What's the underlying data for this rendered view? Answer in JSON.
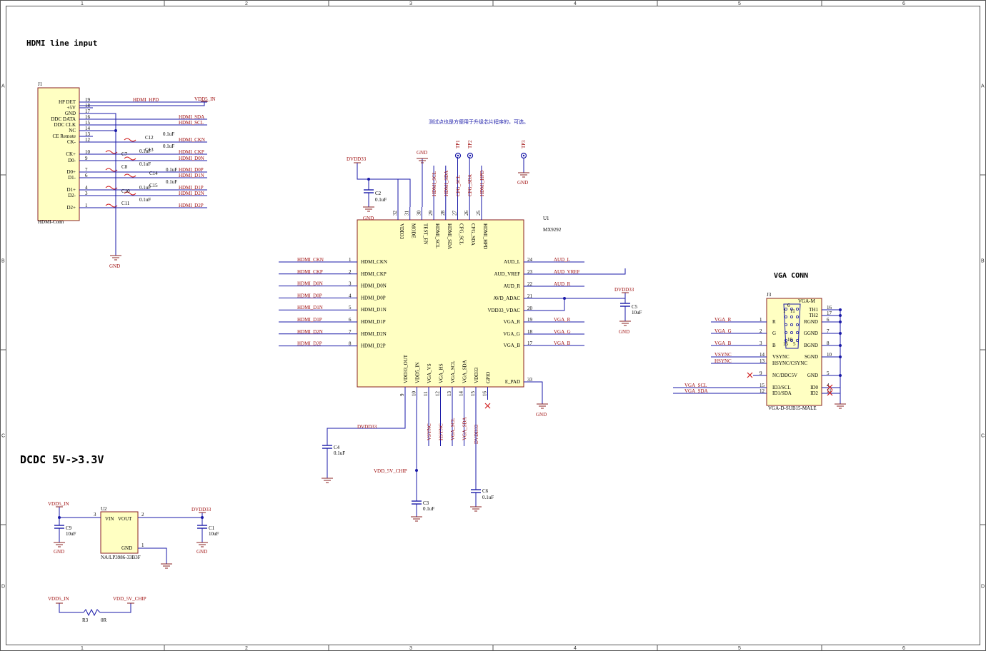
{
  "sheet": {
    "columns": [
      "1",
      "2",
      "3",
      "4",
      "5",
      "6"
    ],
    "rows": [
      "A",
      "B",
      "C",
      "D"
    ]
  },
  "headings": {
    "hdmi_input": "HDMI line input",
    "dcdc": "DCDC 5V->3.3V",
    "vga_conn": "VGA CONN"
  },
  "note": "测试点也是方便用于升级芯片程序的，可选。",
  "j1": {
    "ref": "J1",
    "footer": "HDMI-Conn",
    "pins": [
      {
        "name": "HP DET",
        "num": "19",
        "net": "HDMI_HPD"
      },
      {
        "name": "+5V",
        "num": "18",
        "net": ""
      },
      {
        "name": "GND",
        "num": "17",
        "net": ""
      },
      {
        "name": "DDC DATA",
        "num": "16",
        "net": "HDMI_SDA"
      },
      {
        "name": "DDC CLK",
        "num": "15",
        "net": "HDMI_SCL"
      },
      {
        "name": "NC",
        "num": "14",
        "net": ""
      },
      {
        "name": "CE Remote",
        "num": "13",
        "net": ""
      },
      {
        "name": "CK-",
        "num": "12",
        "net": "HDMI_CKN"
      },
      {
        "name": "CK+",
        "num": "10",
        "net": "HDMI_CKP"
      },
      {
        "name": "D0-",
        "num": "9",
        "net": "HDMI_D0N"
      },
      {
        "name": "D0+",
        "num": "7",
        "net": "HDMI_D0P"
      },
      {
        "name": "D1-",
        "num": "6",
        "net": "HDMI_D1N"
      },
      {
        "name": "D1+",
        "num": "4",
        "net": "HDMI_D1P"
      },
      {
        "name": "D2-",
        "num": "3",
        "net": "HDMI_D2N"
      },
      {
        "name": "D2+",
        "num": "1",
        "net": "HDMI_D2P"
      }
    ],
    "vdd_net": "VDD5_IN",
    "gnd": "GND"
  },
  "j1_caps": [
    {
      "ref": "C12",
      "val": "0.1uF"
    },
    {
      "ref": "C13",
      "val": "0.1uF"
    },
    {
      "ref": "C7",
      "val": "0.1uF"
    },
    {
      "ref": "C8",
      "val": "0.1uF"
    },
    {
      "ref": "C14",
      "val": "0.1uF"
    },
    {
      "ref": "C15",
      "val": "0.1uF"
    },
    {
      "ref": "C10",
      "val": "0.1uF"
    },
    {
      "ref": "C11",
      "val": "0.1uF"
    }
  ],
  "u1": {
    "ref": "U1",
    "part": "MX9292",
    "left_pins": [
      {
        "num": "1",
        "name": "HDMI_CKN",
        "net": "HDMI_CKN"
      },
      {
        "num": "2",
        "name": "HDMI_CKP",
        "net": "HDMI_CKP"
      },
      {
        "num": "3",
        "name": "HDMI_D0N",
        "net": "HDMI_D0N"
      },
      {
        "num": "4",
        "name": "HDMI_D0P",
        "net": "HDMI_D0P"
      },
      {
        "num": "5",
        "name": "HDMI_D1N",
        "net": "HDMI_D1N"
      },
      {
        "num": "6",
        "name": "HDMI_D1P",
        "net": "HDMI_D1P"
      },
      {
        "num": "7",
        "name": "HDMI_D2N",
        "net": "HDMI_D2N"
      },
      {
        "num": "8",
        "name": "HDMI_D2P",
        "net": "HDMI_D2P"
      }
    ],
    "right_pins": [
      {
        "num": "24",
        "name": "AUD_L",
        "net": "AUD_L"
      },
      {
        "num": "23",
        "name": "AUD_VREF",
        "net": "AUD_VREF"
      },
      {
        "num": "22",
        "name": "AUD_R",
        "net": "AUD_R"
      },
      {
        "num": "21",
        "name": "AVD_ADAC",
        "net": ""
      },
      {
        "num": "20",
        "name": "VDD33_VDAC",
        "net": ""
      },
      {
        "num": "19",
        "name": "VGA_R",
        "net": "VGA_R"
      },
      {
        "num": "18",
        "name": "VGA_G",
        "net": "VGA_G"
      },
      {
        "num": "17",
        "name": "VGA_B",
        "net": "VGA_B"
      },
      {
        "num": "33",
        "name": "E_PAD",
        "net": ""
      }
    ],
    "top_pins": [
      {
        "num": "32",
        "name": "VDD33",
        "net": ""
      },
      {
        "num": "31",
        "name": "MODE",
        "net": ""
      },
      {
        "num": "30",
        "name": "TEST_EN",
        "net": ""
      },
      {
        "num": "29",
        "name": "HDMI_SCL",
        "net": "HDMI_SCL"
      },
      {
        "num": "28",
        "name": "HDMI_SDA",
        "net": "HDMI_SDA"
      },
      {
        "num": "27",
        "name": "CFG_SCL",
        "net": "CFG_SCL"
      },
      {
        "num": "26",
        "name": "CFG_SDA",
        "net": "CFG_SDA"
      },
      {
        "num": "25",
        "name": "HDMI_HPD",
        "net": "HDMI_HPD"
      }
    ],
    "bottom_pins": [
      {
        "num": "9",
        "name": "VDD33_OUT",
        "net": ""
      },
      {
        "num": "10",
        "name": "VDD5_IN",
        "net": ""
      },
      {
        "num": "11",
        "name": "VGA_VS",
        "net": "VSYNC"
      },
      {
        "num": "12",
        "name": "VGA_HS",
        "net": "HSYNC"
      },
      {
        "num": "13",
        "name": "VGA_SCL",
        "net": "VGA_SCL"
      },
      {
        "num": "14",
        "name": "VGA_SDA",
        "net": "VGA_SDA"
      },
      {
        "num": "15",
        "name": "VDD33",
        "net": "DVDD33"
      },
      {
        "num": "16",
        "name": "GPIO",
        "net": ""
      }
    ]
  },
  "test_points": [
    "TP1",
    "TP2",
    "TP3"
  ],
  "nets": {
    "dvdd33": "DVDD33",
    "gnd": "GND",
    "vdd5_chip": "VDD_5V_CHIP",
    "vdd5_in": "VDD5_IN",
    "vdd_5v_chip": "VDD_5V_CHIP"
  },
  "caps_u1": [
    {
      "ref": "C2",
      "val": "0.1uF"
    },
    {
      "ref": "C5",
      "val": "10uF"
    },
    {
      "ref": "C4",
      "val": "0.1uF"
    },
    {
      "ref": "C3",
      "val": "0.1uF"
    },
    {
      "ref": "C6",
      "val": "0.1uF"
    }
  ],
  "j3": {
    "ref": "J3",
    "header": "VGA-M",
    "footer": "VGA-D-SUB15-MALE",
    "left_pins": [
      {
        "num": "1",
        "name": "R",
        "net": "VGA_R"
      },
      {
        "num": "2",
        "name": "G",
        "net": "VGA_G"
      },
      {
        "num": "3",
        "name": "B",
        "net": "VGA_B"
      },
      {
        "num": "14",
        "name": "VSYNC",
        "net": "VSYNC"
      },
      {
        "num": "13",
        "name": "HSYNC/CSYNC",
        "net": "HSYNC"
      },
      {
        "num": "9",
        "name": "NC/DDC5V",
        "net": ""
      },
      {
        "num": "15",
        "name": "ID3/SCL",
        "net": "VGA_SCL"
      },
      {
        "num": "12",
        "name": "ID1/SDA",
        "net": "VGA_SDA"
      }
    ],
    "right_pins": [
      {
        "num": "16",
        "name": "TH1"
      },
      {
        "num": "17",
        "name": "TH2"
      },
      {
        "num": "6",
        "name": "RGND"
      },
      {
        "num": "7",
        "name": "GGND"
      },
      {
        "num": "8",
        "name": "BGND"
      },
      {
        "num": "10",
        "name": "SGND"
      },
      {
        "num": "5",
        "name": "GND"
      },
      {
        "num": "4",
        "name": "ID0"
      },
      {
        "num": "11",
        "name": "ID2"
      }
    ],
    "conn_pins": [
      "6",
      "1",
      "11",
      "10",
      "15",
      "5"
    ]
  },
  "u2": {
    "ref": "U2",
    "part": "NA/LP3986-33B3F",
    "pin_vin": "VIN",
    "pin_vout": "VOUT",
    "pin_gnd": "GND",
    "n3": "3",
    "n2": "2",
    "n1": "1"
  },
  "dcdc_caps": [
    {
      "ref": "C9",
      "val": "10uF"
    },
    {
      "ref": "C1",
      "val": "10uF"
    }
  ],
  "r3": {
    "ref": "R3",
    "val": "0R"
  }
}
